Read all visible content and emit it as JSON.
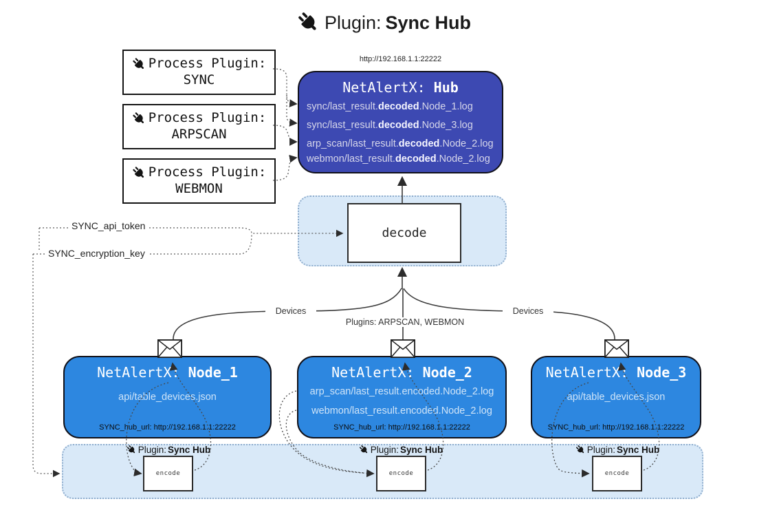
{
  "title": {
    "prefix": "Plugin: ",
    "name": "Sync Hub"
  },
  "colors": {
    "hub_bg": "#3d49b2",
    "node_bg": "#2d87e0",
    "panel_bg": "#d9e9f8",
    "panel_border": "#8fadcd"
  },
  "process_plugins": [
    {
      "label": "Process Plugin:",
      "name": "SYNC"
    },
    {
      "label": "Process Plugin:",
      "name": "ARPSCAN"
    },
    {
      "label": "Process Plugin:",
      "name": "WEBMON"
    }
  ],
  "hub": {
    "url": "http://192.168.1.1:22222",
    "title_prefix": "NetAlertX: ",
    "title_name": "Hub",
    "lines": [
      {
        "pre": "sync/last_result.",
        "bold": "decoded",
        "post": ".Node_1.log"
      },
      {
        "pre": "sync/last_result.",
        "bold": "decoded",
        "post": ".Node_3.log"
      },
      {
        "pre": "arp_scan/last_result.",
        "bold": "decoded",
        "post": ".Node_2.log"
      },
      {
        "pre": "webmon/last_result.",
        "bold": "decoded",
        "post": ".Node_2.log"
      }
    ]
  },
  "decode": {
    "label": "decode"
  },
  "settings": {
    "api_token": "SYNC_api_token",
    "encryption_key": "SYNC_encryption_key"
  },
  "edges": {
    "devices_left": "Devices",
    "plugins_middle": "Plugins: ARPSCAN, WEBMON",
    "devices_right": "Devices"
  },
  "nodes": [
    {
      "title_prefix": "NetAlertX: ",
      "title_name": "Node_1",
      "lines": [
        "api/table_devices.json"
      ],
      "hub_url": "SYNC_hub_url: http://192.168.1.1:22222"
    },
    {
      "title_prefix": "NetAlertX: ",
      "title_name": "Node_2",
      "lines": [
        "arp_scan/last_result.encoded.Node_2.log",
        "webmon/last_result.encoded.Node_2.log"
      ],
      "hub_url": "SYNC_hub_url: http://192.168.1.1:22222"
    },
    {
      "title_prefix": "NetAlertX: ",
      "title_name": "Node_3",
      "lines": [
        "api/table_devices.json"
      ],
      "hub_url": "SYNC_hub_url: http://192.168.1.1:22222"
    }
  ],
  "encode_sections": [
    {
      "label_prefix": "Plugin: ",
      "label_name": "Sync Hub",
      "encode_label": "encode"
    },
    {
      "label_prefix": "Plugin: ",
      "label_name": "Sync Hub",
      "encode_label": "encode"
    },
    {
      "label_prefix": "Plugin: ",
      "label_name": "Sync Hub",
      "encode_label": "encode"
    }
  ]
}
